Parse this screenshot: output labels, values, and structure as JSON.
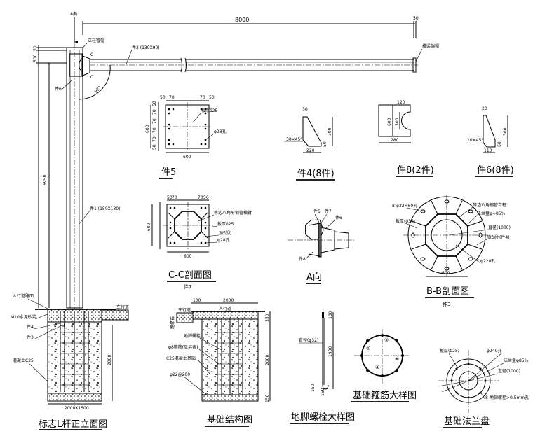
{
  "elevation": {
    "a_direction": "A向",
    "span": "8000",
    "span_end": "50",
    "dim_top_50": "50",
    "dim_500": "500",
    "dim_6950": "6950",
    "pole_cap": "立柱管帽",
    "arm_cap": "横梁端帽",
    "arm_label": "件2 (130X90)",
    "pole_label": "件1 (150X130)",
    "part6": "件6",
    "angle": "92°",
    "section_c": "C",
    "sidewalk": "人行道路面",
    "mortar": "M10水泥砂浆",
    "part4": "件4",
    "part3": "件3",
    "concrete": "混凝土C25",
    "roadway": "车行道",
    "depth": "2000",
    "base_size": "2000X1500",
    "title": "标志L杆正立面图"
  },
  "part5": {
    "dims_top": [
      "50",
      "70",
      "70",
      "50"
    ],
    "dims_left": [
      "50",
      "70",
      "70",
      "70",
      "70",
      "50"
    ],
    "height": "600",
    "width": "600",
    "plate": "板厚δ25",
    "hole": "φ28孔",
    "title": "件5"
  },
  "part4": {
    "top": "30",
    "chamfer": "30×45°",
    "bottom": "220",
    "height": "300",
    "edge": "50",
    "title": "件4(8件)"
  },
  "part8": {
    "top": "120",
    "height": "600",
    "arc": "300",
    "bottom": "280",
    "title": "件8(2件)"
  },
  "part6": {
    "top": "20",
    "chamfer": "10×45°",
    "bottom": "110",
    "height": "300",
    "edge": "60",
    "title": "件6(8件)"
  },
  "section_cc": {
    "dims_top": [
      "50",
      "70",
      "70",
      "50"
    ],
    "height": "600",
    "width": "600",
    "pipe": "等边八角形钢管横臂",
    "plate": "板厚δ25",
    "rib": "加劲肋",
    "hole": "φ28孔",
    "title": "C-C剖面图",
    "subtitle": "件7"
  },
  "view_a": {
    "part5": "件5",
    "part7": "件7",
    "part6": "件6",
    "part8": "件8",
    "title": "A向"
  },
  "section_bb": {
    "holes": "8-φ32×60孔",
    "column": "等边八角钢管立柱",
    "flange": "法兰盘φ=85%",
    "plate": "板厚(δ30)",
    "diameter": "直径(1000)",
    "rib": "加劲肋(件4)",
    "center_hole": "φ220孔",
    "width": "600",
    "title": "B-B剖面图",
    "subtitle": "件3"
  },
  "foundation": {
    "dim_100": "100",
    "dim_2000": "2000",
    "sidewalk": "人行道",
    "roadway": "车行道",
    "curb": "路缘石",
    "anchor": "地脚螺栓",
    "stirrup": "φ8箍筋(见另表)",
    "concrete": "C25混凝土基础",
    "rebar": "φ22@200",
    "dim_350": "350",
    "depth": "2000",
    "dim_150": "150",
    "title": "基础结构图"
  },
  "anchor_bolt": {
    "top": "100",
    "diameter": "直径(φ32)",
    "length": "1900",
    "hook_h": "150",
    "hook_w": "150",
    "title": "地脚螺栓大样图"
  },
  "stirrup_detail": {
    "marks": [
      "①",
      "⑤",
      "④",
      "⑥"
    ],
    "title": "基础箍筋大样图"
  },
  "flange": {
    "plate": "板厚(δ25)",
    "hole": "φ240孔",
    "flange": "法兰盘φ85%",
    "diameter": "直径(1000)",
    "bolts": "8-地脚螺栓>0.5mm孔",
    "title": "基础法兰盘"
  }
}
